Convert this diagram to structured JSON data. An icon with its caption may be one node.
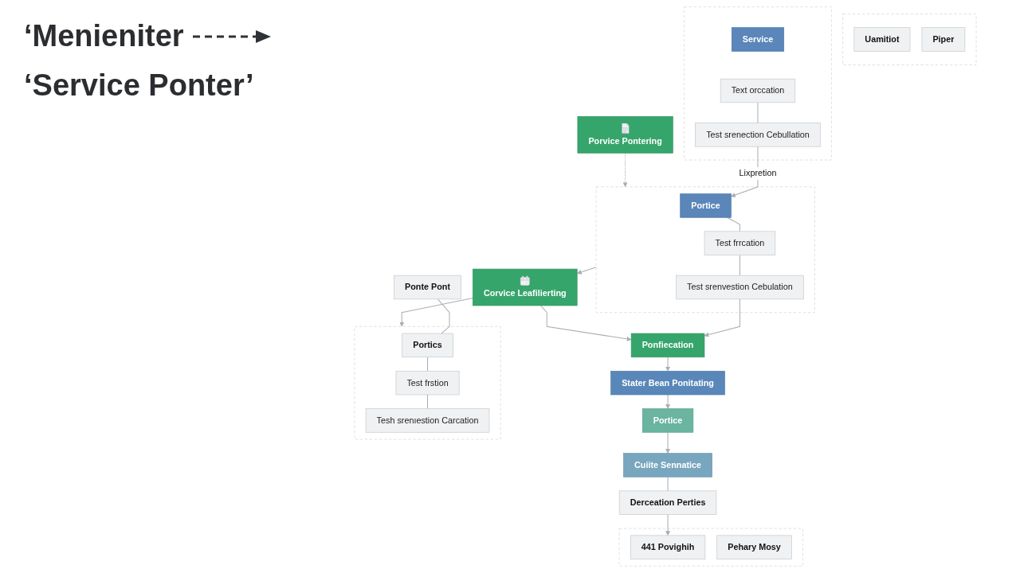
{
  "diagram": {
    "title": "‘Service Ponter’",
    "nodes": [
      {
        "text": [],
        "shape": "box"
      },
      {
        "text": [
          "Service"
        ],
        "in": 0
      },
      {
        "text": [
          "Text orccation"
        ],
        "in": 0
      },
      {
        "text": [
          "Test srenection Cebullation"
        ],
        "in": 0
      },
      {
        "text": [],
        "shape": "box"
      },
      {
        "text": [
          "Uamitiot"
        ],
        "in": 4
      },
      {
        "text": [
          "Piper"
        ],
        "in": 4
      },
      {
        "text": [
          "Ponte Pont"
        ]
      },
      {
        "text": [
          "Porvice Pontering"
        ]
      },
      {
        "text": [],
        "shape": "box"
      },
      {
        "text": [
          "Portice"
        ],
        "in": 9
      },
      {
        "text": [
          "Test frrcation"
        ],
        "in": 9
      },
      {
        "text": [
          "Test srenvestion Cebulation"
        ],
        "in": 9
      },
      {
        "text": [
          "Corvice Leafilierting"
        ]
      },
      {
        "text": [],
        "shape": "box"
      },
      {
        "text": [
          "Portics"
        ],
        "in": 14
      },
      {
        "text": [
          "Test frstion"
        ],
        "in": 14
      },
      {
        "text": [
          "Tesh srenıestion Carcation"
        ],
        "in": 14
      },
      {
        "text": [
          "Ponfiecation"
        ]
      },
      {
        "text": [
          "Stater Bean Ponitating"
        ]
      },
      {
        "text": [
          "Portice"
        ]
      },
      {
        "text": [
          "Cuiite Sennatice"
        ]
      },
      {
        "text": [
          "Derceation Perties"
        ]
      },
      {
        "text": [],
        "shape": "box"
      },
      {
        "text": [
          "441 Povighih"
        ],
        "in": 23
      },
      {
        "text": [
          "Pehary Mosy"
        ],
        "in": 23
      }
    ],
    "edges": [
      {
        "from": 2,
        "to": 3,
        "arrow": "none"
      },
      {
        "from": 3,
        "to": 10,
        "arrow": "to",
        "label": "Lixpretion"
      },
      {
        "from": 8,
        "to": 9,
        "arrow": "to",
        "style": "dashed"
      },
      {
        "from": 10,
        "to": 11,
        "arrow": "none"
      },
      {
        "from": 11,
        "to": 12,
        "arrow": "none"
      },
      {
        "from": 9,
        "to": 13,
        "arrow": "to"
      },
      {
        "from": 7,
        "to": 15,
        "arrow": "none"
      },
      {
        "from": 15,
        "to": 16,
        "arrow": "none"
      },
      {
        "from": 16,
        "to": 17,
        "arrow": "none"
      },
      {
        "from": 13,
        "to": 14,
        "arrow": "to"
      },
      {
        "from": 12,
        "to": 18,
        "arrow": "to"
      },
      {
        "from": 13,
        "to": 18,
        "arrow": "to"
      },
      {
        "from": 18,
        "to": 19,
        "arrow": "to"
      },
      {
        "from": 19,
        "to": 20,
        "arrow": "to"
      },
      {
        "from": 20,
        "to": 21,
        "arrow": "to"
      },
      {
        "from": 21,
        "to": 22,
        "arrow": "none"
      },
      {
        "from": 22,
        "to": 24,
        "arrow": "to"
      }
    ],
    "labels": [
      "‘Menieniter"
    ]
  }
}
